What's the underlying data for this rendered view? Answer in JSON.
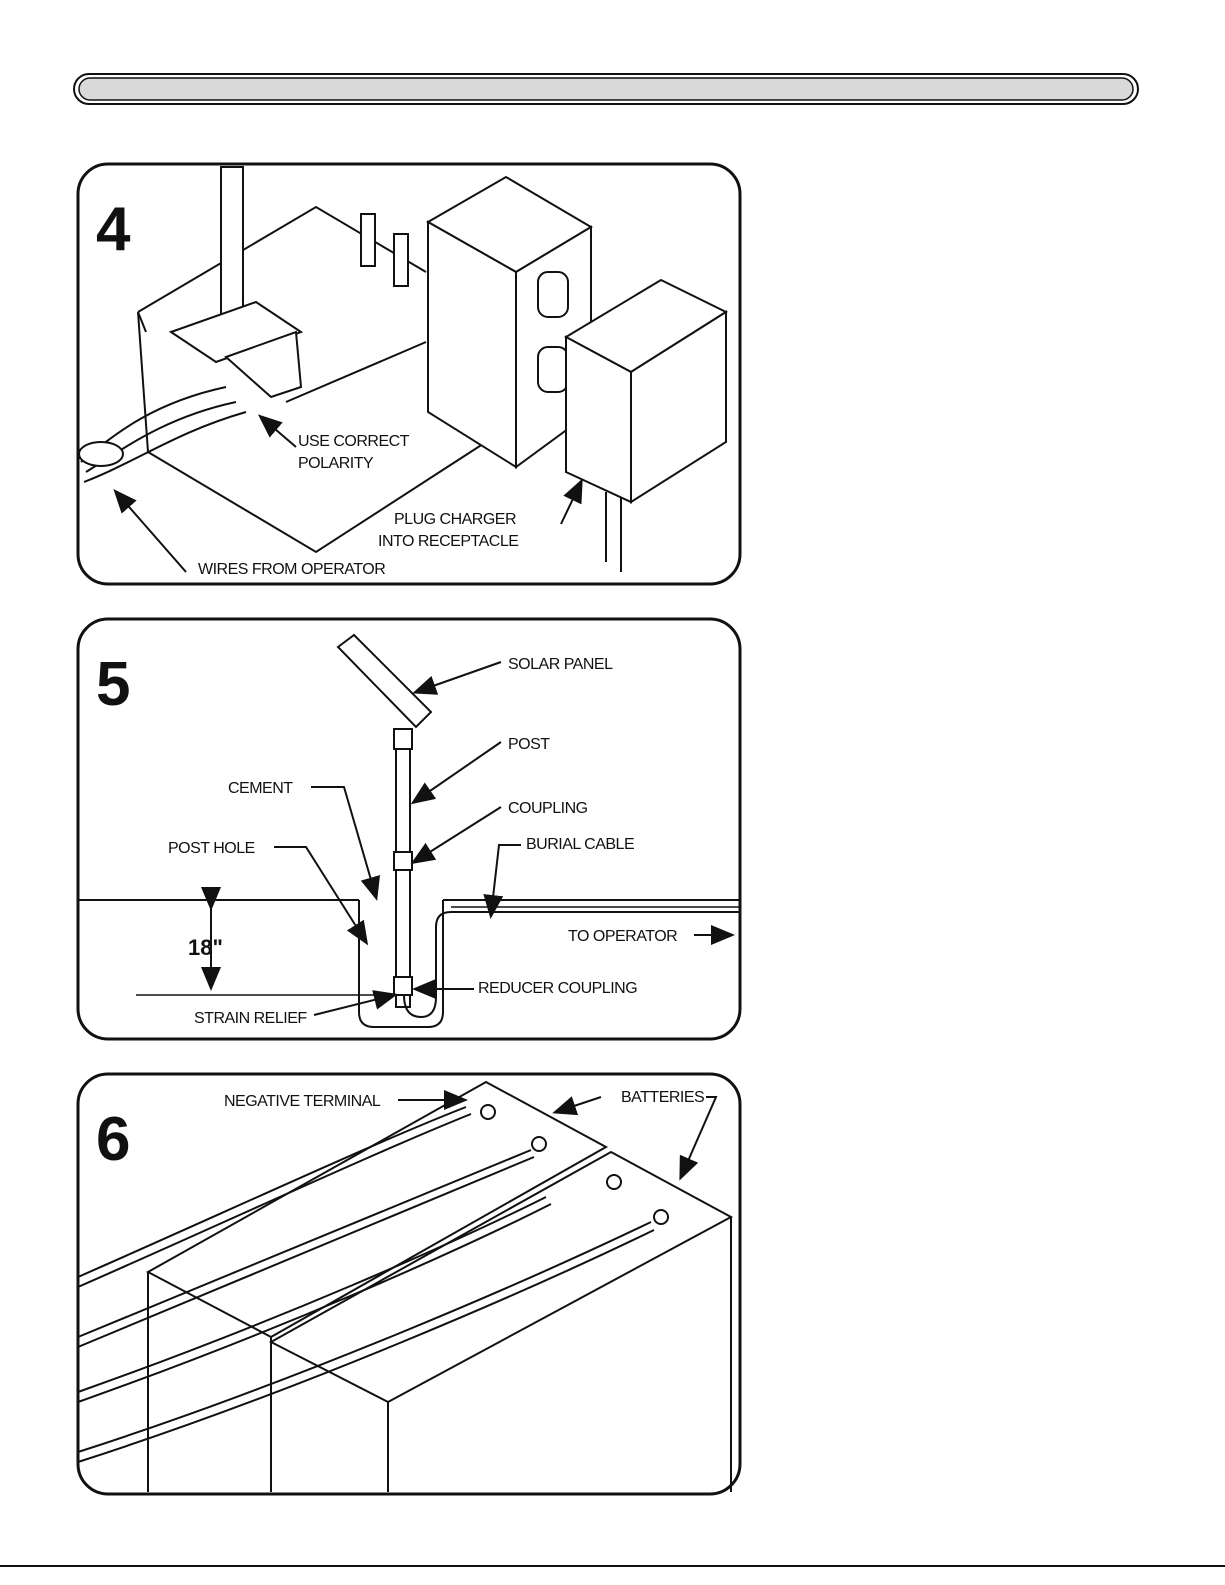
{
  "steps": [
    {
      "number": "4",
      "labels": {
        "polarity_line1": "USE CORRECT",
        "polarity_line2": "POLARITY",
        "charger_line1": "PLUG CHARGER",
        "charger_line2": "INTO RECEPTACLE",
        "wires": "WIRES FROM OPERATOR"
      }
    },
    {
      "number": "5",
      "labels": {
        "solar_panel": "SOLAR PANEL",
        "post": "POST",
        "cement": "CEMENT",
        "coupling": "COUPLING",
        "post_hole": "POST HOLE",
        "burial_cable": "BURIAL CABLE",
        "to_operator": "TO OPERATOR",
        "depth": "18\"",
        "reducer_coupling": "REDUCER COUPLING",
        "strain_relief": "STRAIN RELIEF"
      }
    },
    {
      "number": "6",
      "labels": {
        "negative_terminal": "NEGATIVE TERMINAL",
        "batteries": "BATTERIES"
      }
    }
  ]
}
